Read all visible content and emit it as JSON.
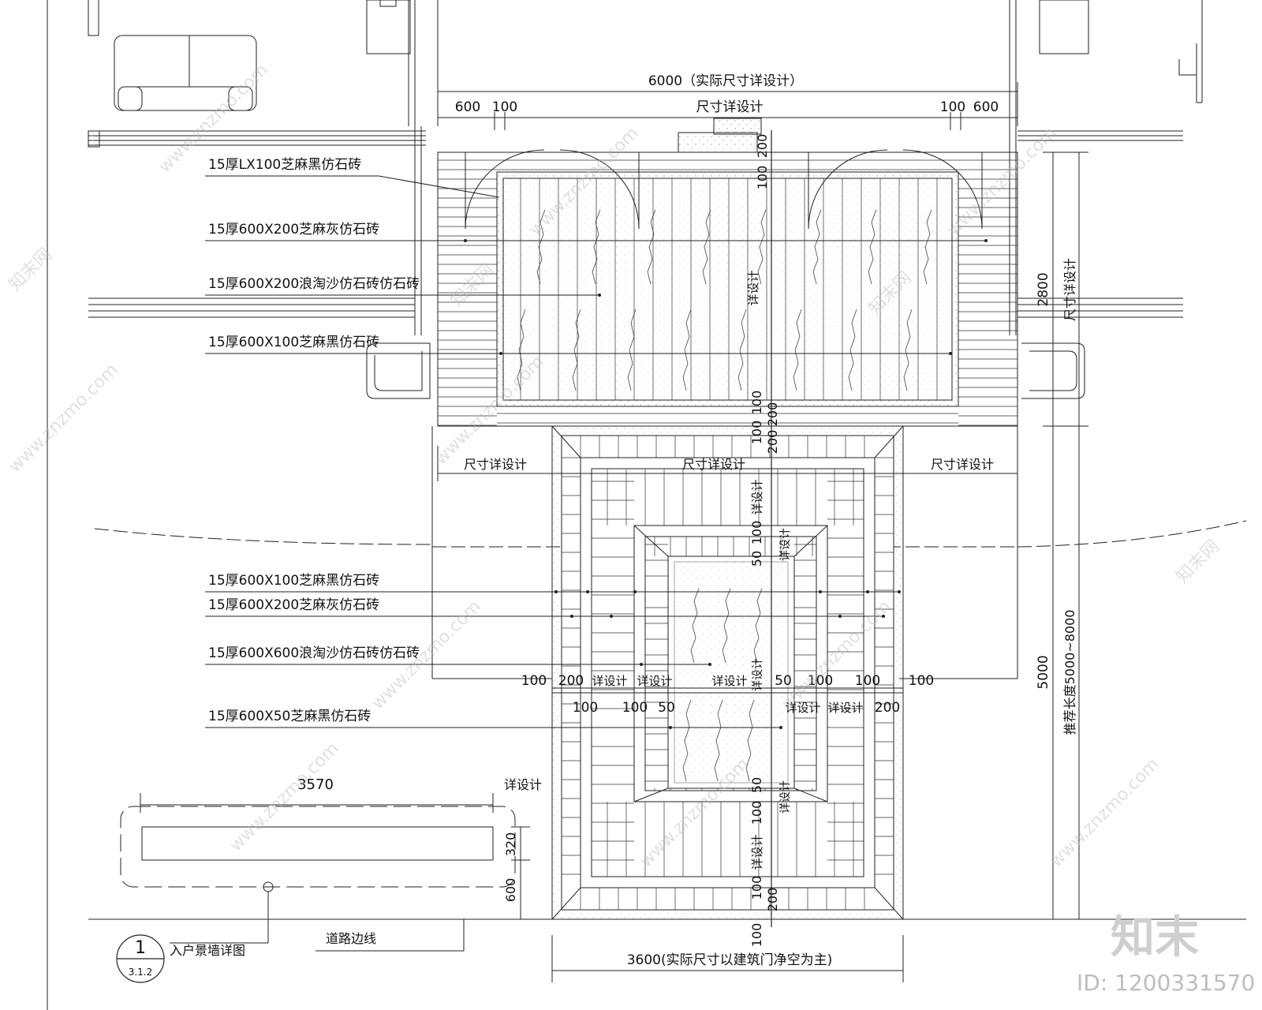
{
  "dimensions": {
    "total_width": "6000（实际尺寸详设计）",
    "left_600": "600",
    "left_100": "100",
    "right_100": "100",
    "right_600": "600",
    "size_design": "尺寸详设计",
    "top_200": "200",
    "top_100": "100",
    "detail": "详设计",
    "mid_100a": "100",
    "mid_100b": "100",
    "mid_200a": "200",
    "mid_200b": "200",
    "lower_100": "100",
    "lower_50": "50",
    "right_2800": "2800",
    "right_size_design": "尺寸详设计",
    "right_5000": "5000",
    "recommended_length": "推荐长度5000~8000",
    "bottom_width": "3600(实际尺寸以建筑门净空为主)",
    "left_size_design": "尺寸详设计",
    "center_size_design": "尺寸详设计",
    "right_size_design2": "尺寸详设计",
    "row1": [
      "100",
      "200",
      "详设计",
      "详设计",
      "详设计",
      "50",
      "100",
      "100",
      "100"
    ],
    "row2": [
      "100",
      "100",
      "50",
      "详设计",
      "详设计",
      "200"
    ],
    "bottom_100": "100",
    "bottom_200": "200",
    "wall_length": "3570",
    "wall_detail": "详设计",
    "wall_320": "320",
    "wall_600": "600"
  },
  "labels": [
    "15厚LX100芝麻黑仿石砖",
    "15厚600X200芝麻灰仿石砖",
    "15厚600X200浪淘沙仿石砖仿石砖",
    "15厚600X100芝麻黑仿石砖",
    "15厚600X100芝麻黑仿石砖",
    "15厚600X200芝麻灰仿石砖",
    "15厚600X600浪淘沙仿石砖仿石砖",
    "15厚600X50芝麻黑仿石砖"
  ],
  "road_edge": "道路边线",
  "title_block": {
    "number": "1",
    "sheet": "3.1.2",
    "title": "入户景墙详图"
  },
  "branding": {
    "logo_text": "知末",
    "id_text": "ID: 1200331570",
    "watermark": "www.znzmo.com",
    "watermark_cn": "知末网"
  },
  "colors": {
    "line": "#222222",
    "fill_dot": "#9a9a9a",
    "background": "#ffffff"
  }
}
